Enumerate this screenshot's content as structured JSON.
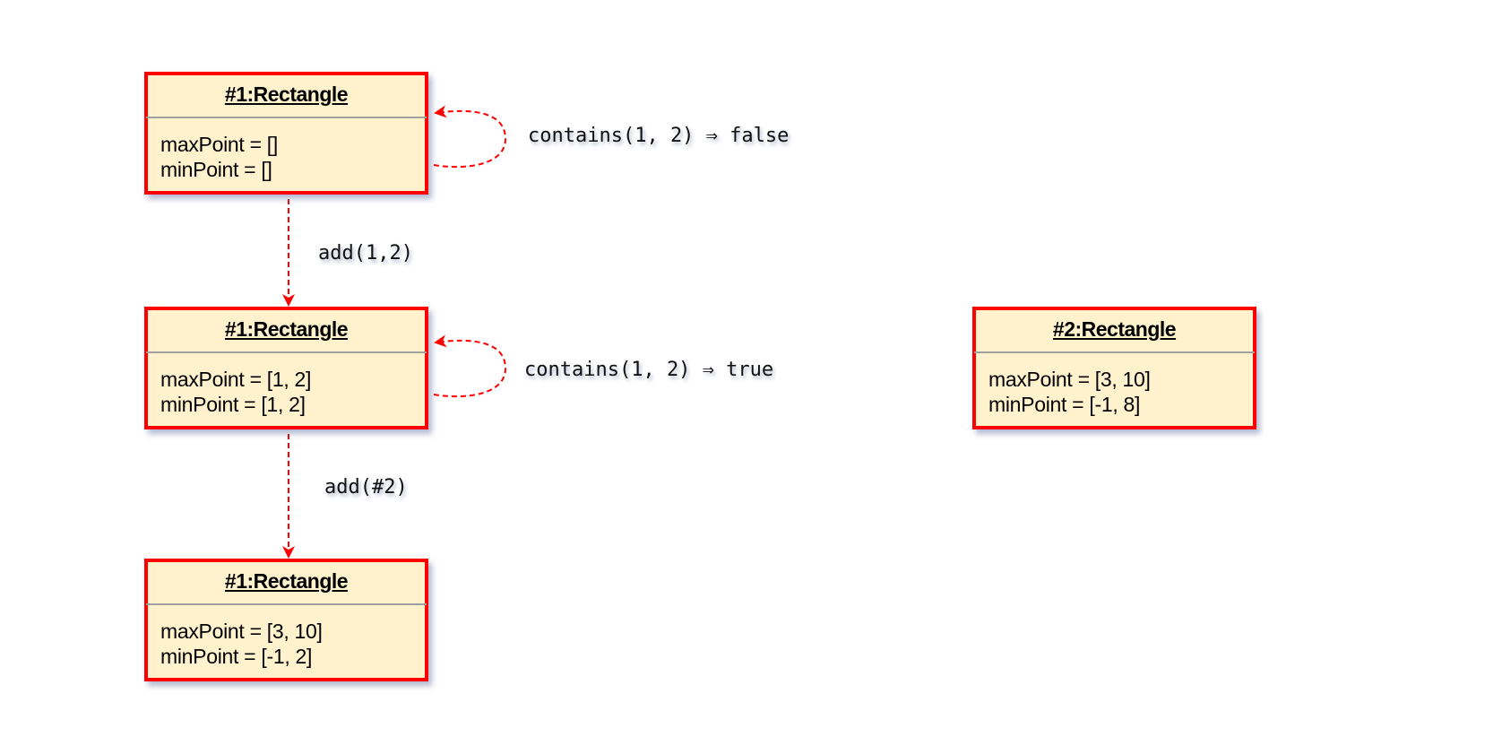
{
  "objects": [
    {
      "title": "#1:Rectangle",
      "attrs": [
        "maxPoint = []",
        "minPoint = []"
      ]
    },
    {
      "title": "#1:Rectangle",
      "attrs": [
        "maxPoint = [1, 2]",
        "minPoint = [1, 2]"
      ]
    },
    {
      "title": "#1:Rectangle",
      "attrs": [
        "maxPoint = [3, 10]",
        "minPoint = [-1, 2]"
      ]
    },
    {
      "title": "#2:Rectangle",
      "attrs": [
        "maxPoint = [3, 10]",
        "minPoint = [-1, 8]"
      ]
    }
  ],
  "messages": {
    "self1": "contains(1, 2) ⇒ false",
    "add1": "add(1,2)",
    "self2": "contains(1, 2) ⇒ true",
    "add2": "add(#2)"
  },
  "colors": {
    "border": "#ff0000",
    "fill": "#fff2cc",
    "arrow": "#ff0000"
  }
}
